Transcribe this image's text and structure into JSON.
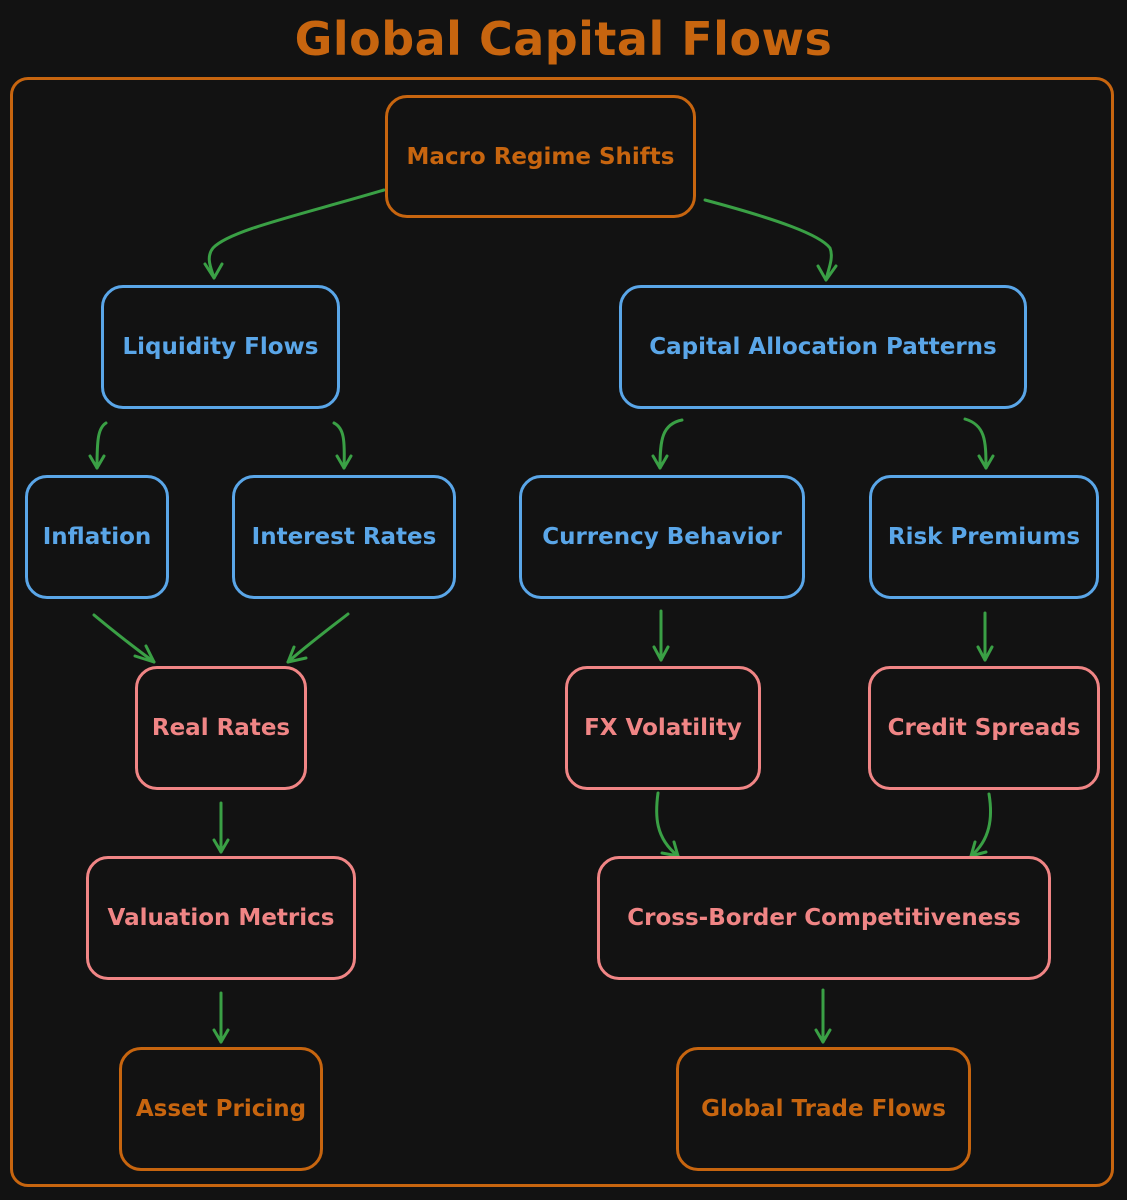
{
  "title": "Global Capital Flows",
  "nodes": {
    "macro": "Macro Regime Shifts",
    "liquidity": "Liquidity Flows",
    "capital": "Capital Allocation Patterns",
    "inflation": "Inflation",
    "interest": "Interest Rates",
    "currency": "Currency Behavior",
    "risk": "Risk Premiums",
    "real_rates": "Real Rates",
    "fx_vol": "FX Volatility",
    "credit": "Credit Spreads",
    "valuation": "Valuation Metrics",
    "cross_border": "Cross-Border Competitiveness",
    "asset_pricing": "Asset Pricing",
    "trade_flows": "Global Trade Flows"
  },
  "edges": [
    [
      "macro",
      "liquidity"
    ],
    [
      "macro",
      "capital"
    ],
    [
      "liquidity",
      "inflation"
    ],
    [
      "liquidity",
      "interest"
    ],
    [
      "capital",
      "currency"
    ],
    [
      "capital",
      "risk"
    ],
    [
      "inflation",
      "real_rates"
    ],
    [
      "interest",
      "real_rates"
    ],
    [
      "currency",
      "fx_vol"
    ],
    [
      "risk",
      "credit"
    ],
    [
      "real_rates",
      "valuation"
    ],
    [
      "fx_vol",
      "cross_border"
    ],
    [
      "credit",
      "cross_border"
    ],
    [
      "valuation",
      "asset_pricing"
    ],
    [
      "cross_border",
      "trade_flows"
    ]
  ],
  "colors": {
    "accent": "#c7650f",
    "blue": "#5aa6e8",
    "pink": "#f08585",
    "arrow": "#3aa045",
    "background": "#121212"
  }
}
